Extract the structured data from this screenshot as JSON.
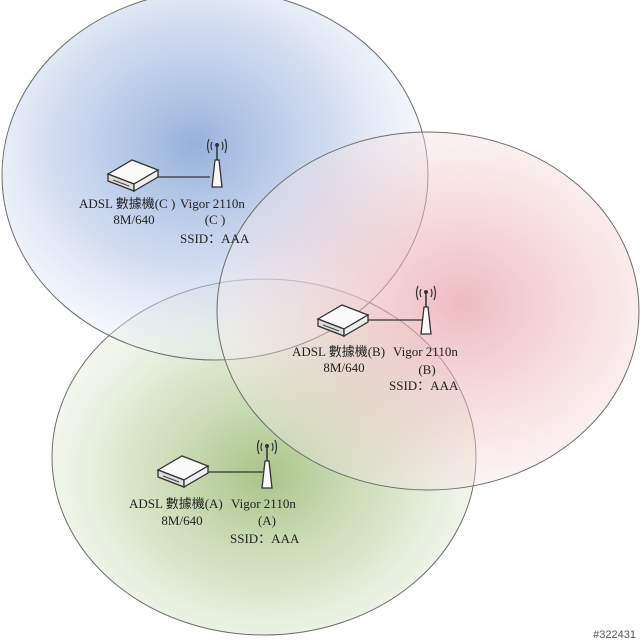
{
  "colors": {
    "zone_c": "#8aa6d6",
    "zone_b": "#e5a3a8",
    "zone_a": "#a8c487",
    "outline": "#6d6d6d",
    "device": "#f3f3f3"
  },
  "zones": {
    "c": {
      "modem_label": "ADSL 數據機(C )",
      "modem_speed": "8M/640",
      "router_label": "Vigor 2110n",
      "router_id": "(C )",
      "ssid": "SSID：AAA"
    },
    "b": {
      "modem_label": "ADSL 數據機(B)",
      "modem_speed": "8M/640",
      "router_label": "Vigor 2110n",
      "router_id": "(B)",
      "ssid": "SSID：AAA"
    },
    "a": {
      "modem_label": "ADSL 數據機(A)",
      "modem_speed": "8M/640",
      "router_label": "Vigor 2110n",
      "router_id": "(A)",
      "ssid": "SSID：AAA"
    }
  },
  "watermark": "#322431"
}
